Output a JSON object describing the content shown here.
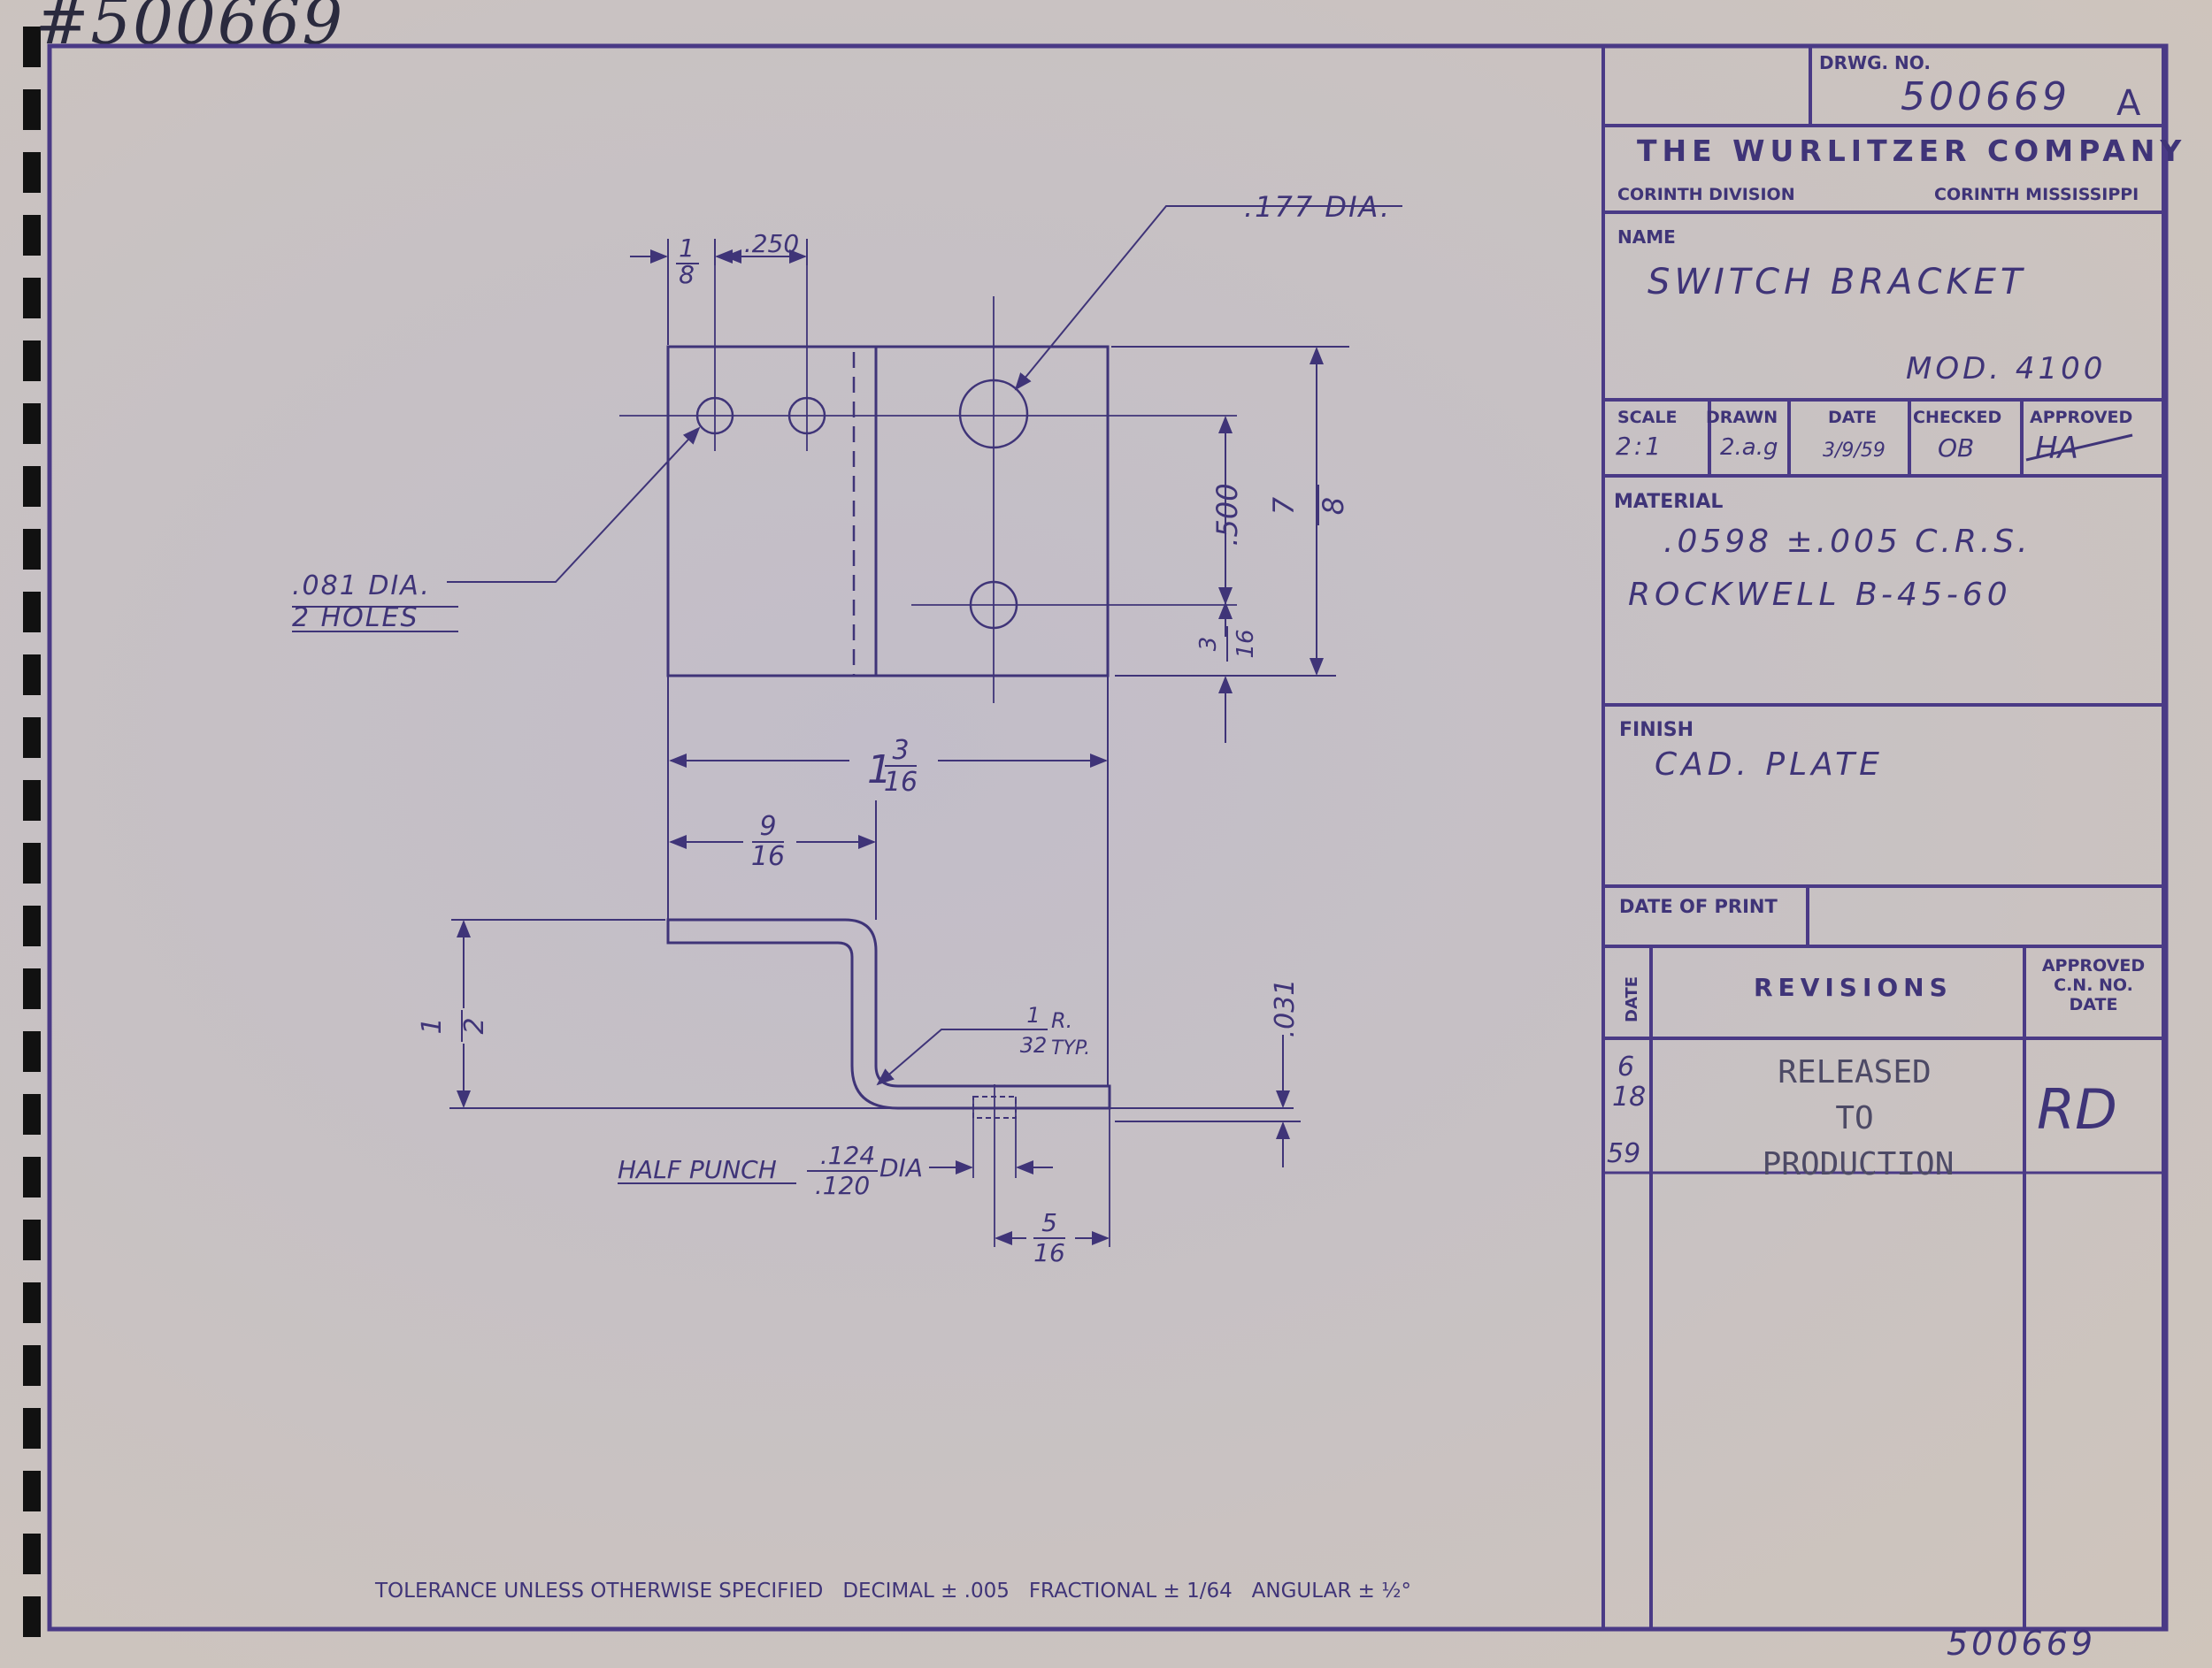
{
  "handwritten_number": "#500669",
  "bottom_number": "500669",
  "title_block": {
    "drwg_no_label": "DRWG. NO.",
    "drwg_no": "500669",
    "drwg_rev": "A",
    "company": "THE WURLITZER COMPANY",
    "division": "CORINTH DIVISION",
    "location": "CORINTH MISSISSIPPI",
    "name_label": "NAME",
    "name": "SWITCH BRACKET",
    "model": "MOD. 4100",
    "scale_label": "SCALE",
    "scale": "2:1",
    "drawn_label": "DRAWN",
    "drawn": "2.a.g",
    "date_label": "DATE",
    "date": "3/9/59",
    "checked_label": "CHECKED",
    "checked": "OB",
    "approved_label": "APPROVED",
    "approved": "HA",
    "material_label": "MATERIAL",
    "material_line1": ".0598 ±.005 C.R.S.",
    "material_line2": "ROCKWELL B-45-60",
    "finish_label": "FINISH",
    "finish": "CAD. PLATE",
    "date_of_print_label": "DATE OF PRINT",
    "rev_date_label": "DATE",
    "revisions_label": "REVISIONS",
    "approved_cn_label1": "APPROVED",
    "approved_cn_label2": "C.N. NO.",
    "approved_cn_label3": "DATE",
    "rev_date_line1": "6",
    "rev_date_line2": "18",
    "rev_date_line3": "59",
    "rev_text_line1": "RELEASED",
    "rev_text_line2": "TO",
    "rev_text_line3": "PRODUCTION",
    "rev_initials": "RD"
  },
  "dimensions": {
    "d_1_8_num": "1",
    "d_1_8_den": "8",
    "d_250": ".250",
    "d_177": ".177 DIA.",
    "d_081_a": ".081 DIA.",
    "d_081_b": "2 HOLES",
    "d_500": ".500",
    "d_7_8_num": "7",
    "d_7_8_den": "8",
    "d_3_16_num": "3",
    "d_3_16_den": "16",
    "d_1_3_16_whole": "1",
    "d_1_3_16_num": "3",
    "d_1_3_16_den": "16",
    "d_9_16_num": "9",
    "d_9_16_den": "16",
    "d_1_2_num": "1",
    "d_1_2_den": "2",
    "d_031": ".031",
    "d_r_num": "1",
    "d_r_den": "32",
    "d_r_r": "R.",
    "d_r_typ": "TYP.",
    "d_hp_label": "HALF PUNCH",
    "d_hp_num": ".124",
    "d_hp_den": ".120",
    "d_hp_dia": "DIA",
    "d_5_16_num": "5",
    "d_5_16_den": "16"
  },
  "tolerance_note": "TOLERANCE UNLESS OTHERWISE SPECIFIED   DECIMAL ± .005   FRACTIONAL ± 1/64   ANGULAR ± ½°"
}
